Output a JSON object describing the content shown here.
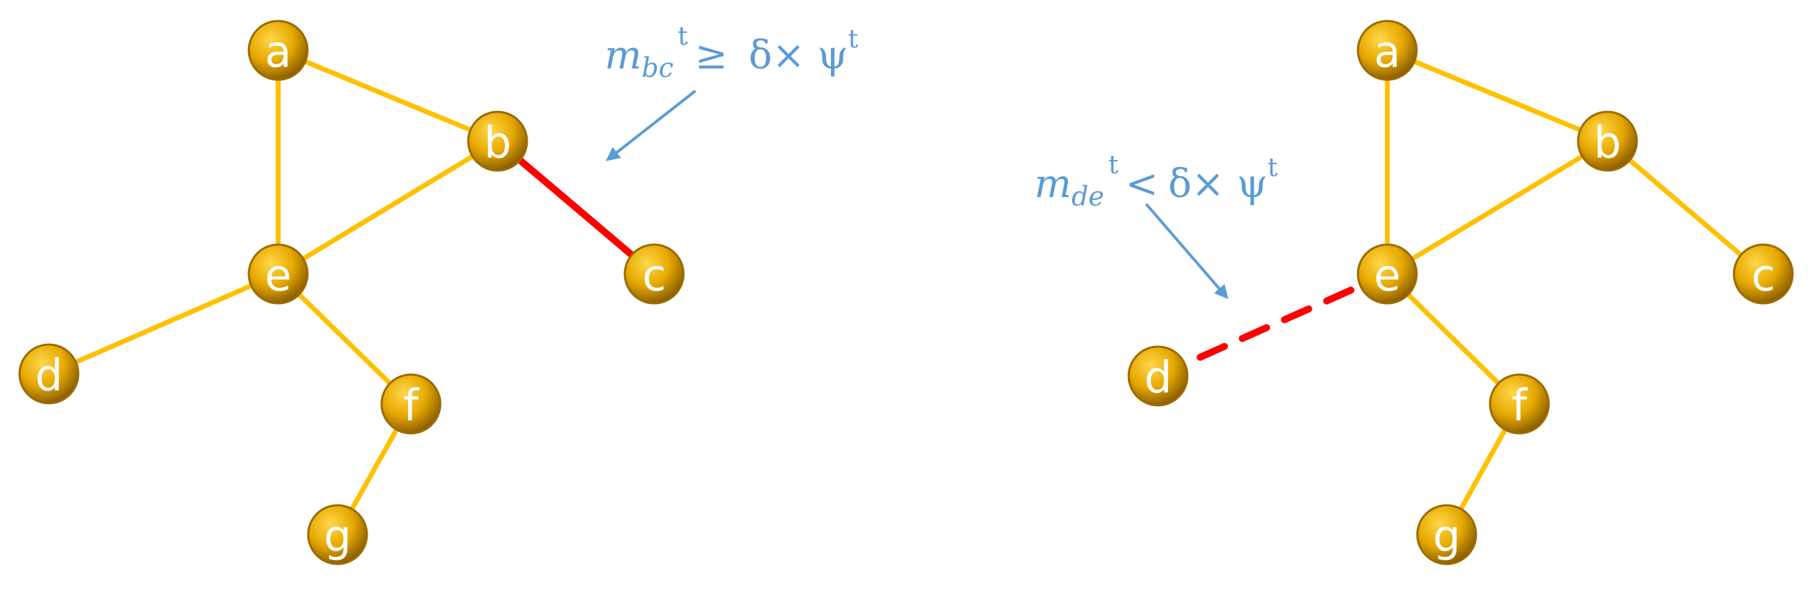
{
  "colors": {
    "node_fill": "#e6a800",
    "node_dark": "#9c6b00",
    "edge": "#ffc000",
    "highlight_edge": "#ff0000",
    "annotation": "#5b9bd5"
  },
  "left_graph": {
    "nodes": [
      "a",
      "b",
      "c",
      "d",
      "e",
      "f",
      "g"
    ],
    "edges": [
      [
        "a",
        "b"
      ],
      [
        "a",
        "e"
      ],
      [
        "b",
        "e"
      ],
      [
        "e",
        "d"
      ],
      [
        "e",
        "f"
      ],
      [
        "f",
        "g"
      ]
    ],
    "highlighted_edge": [
      "b",
      "c"
    ],
    "highlighted_style": "solid",
    "annotation": {
      "m": "m",
      "sub": "bc",
      "sup": "t",
      "relation": "≥",
      "rhs": "δ× ψ",
      "rhs_sup": "t"
    }
  },
  "right_graph": {
    "nodes": [
      "a",
      "b",
      "c",
      "d",
      "e",
      "f",
      "g"
    ],
    "edges": [
      [
        "a",
        "b"
      ],
      [
        "a",
        "e"
      ],
      [
        "b",
        "e"
      ],
      [
        "b",
        "c"
      ],
      [
        "e",
        "f"
      ],
      [
        "f",
        "g"
      ]
    ],
    "highlighted_edge": [
      "d",
      "e"
    ],
    "highlighted_style": "dashed",
    "annotation": {
      "m": "m",
      "sub": "de",
      "sup": "t",
      "relation": "<",
      "rhs": "δ× ψ",
      "rhs_sup": "t"
    }
  }
}
